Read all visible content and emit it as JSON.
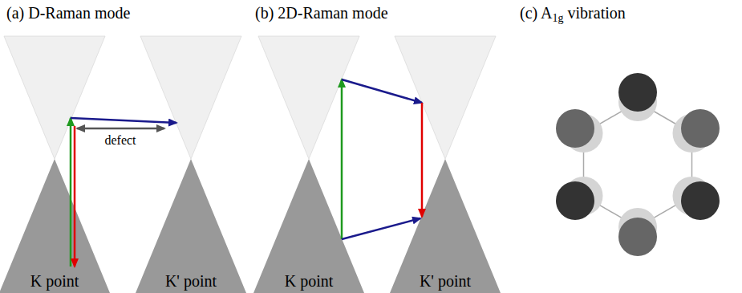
{
  "diagram": {
    "nodes": [
      {
        "text": [
          "K point"
        ]
      },
      {
        "text": [
          "K' point"
        ]
      },
      {
        "text": [
          "K point"
        ]
      },
      {
        "text": [
          "K' point"
        ]
      }
    ],
    "labels": [
      "(a) D-Raman mode",
      "defect",
      "(b) 2D-Raman mode",
      "(c) A1g vibration"
    ]
  }
}
